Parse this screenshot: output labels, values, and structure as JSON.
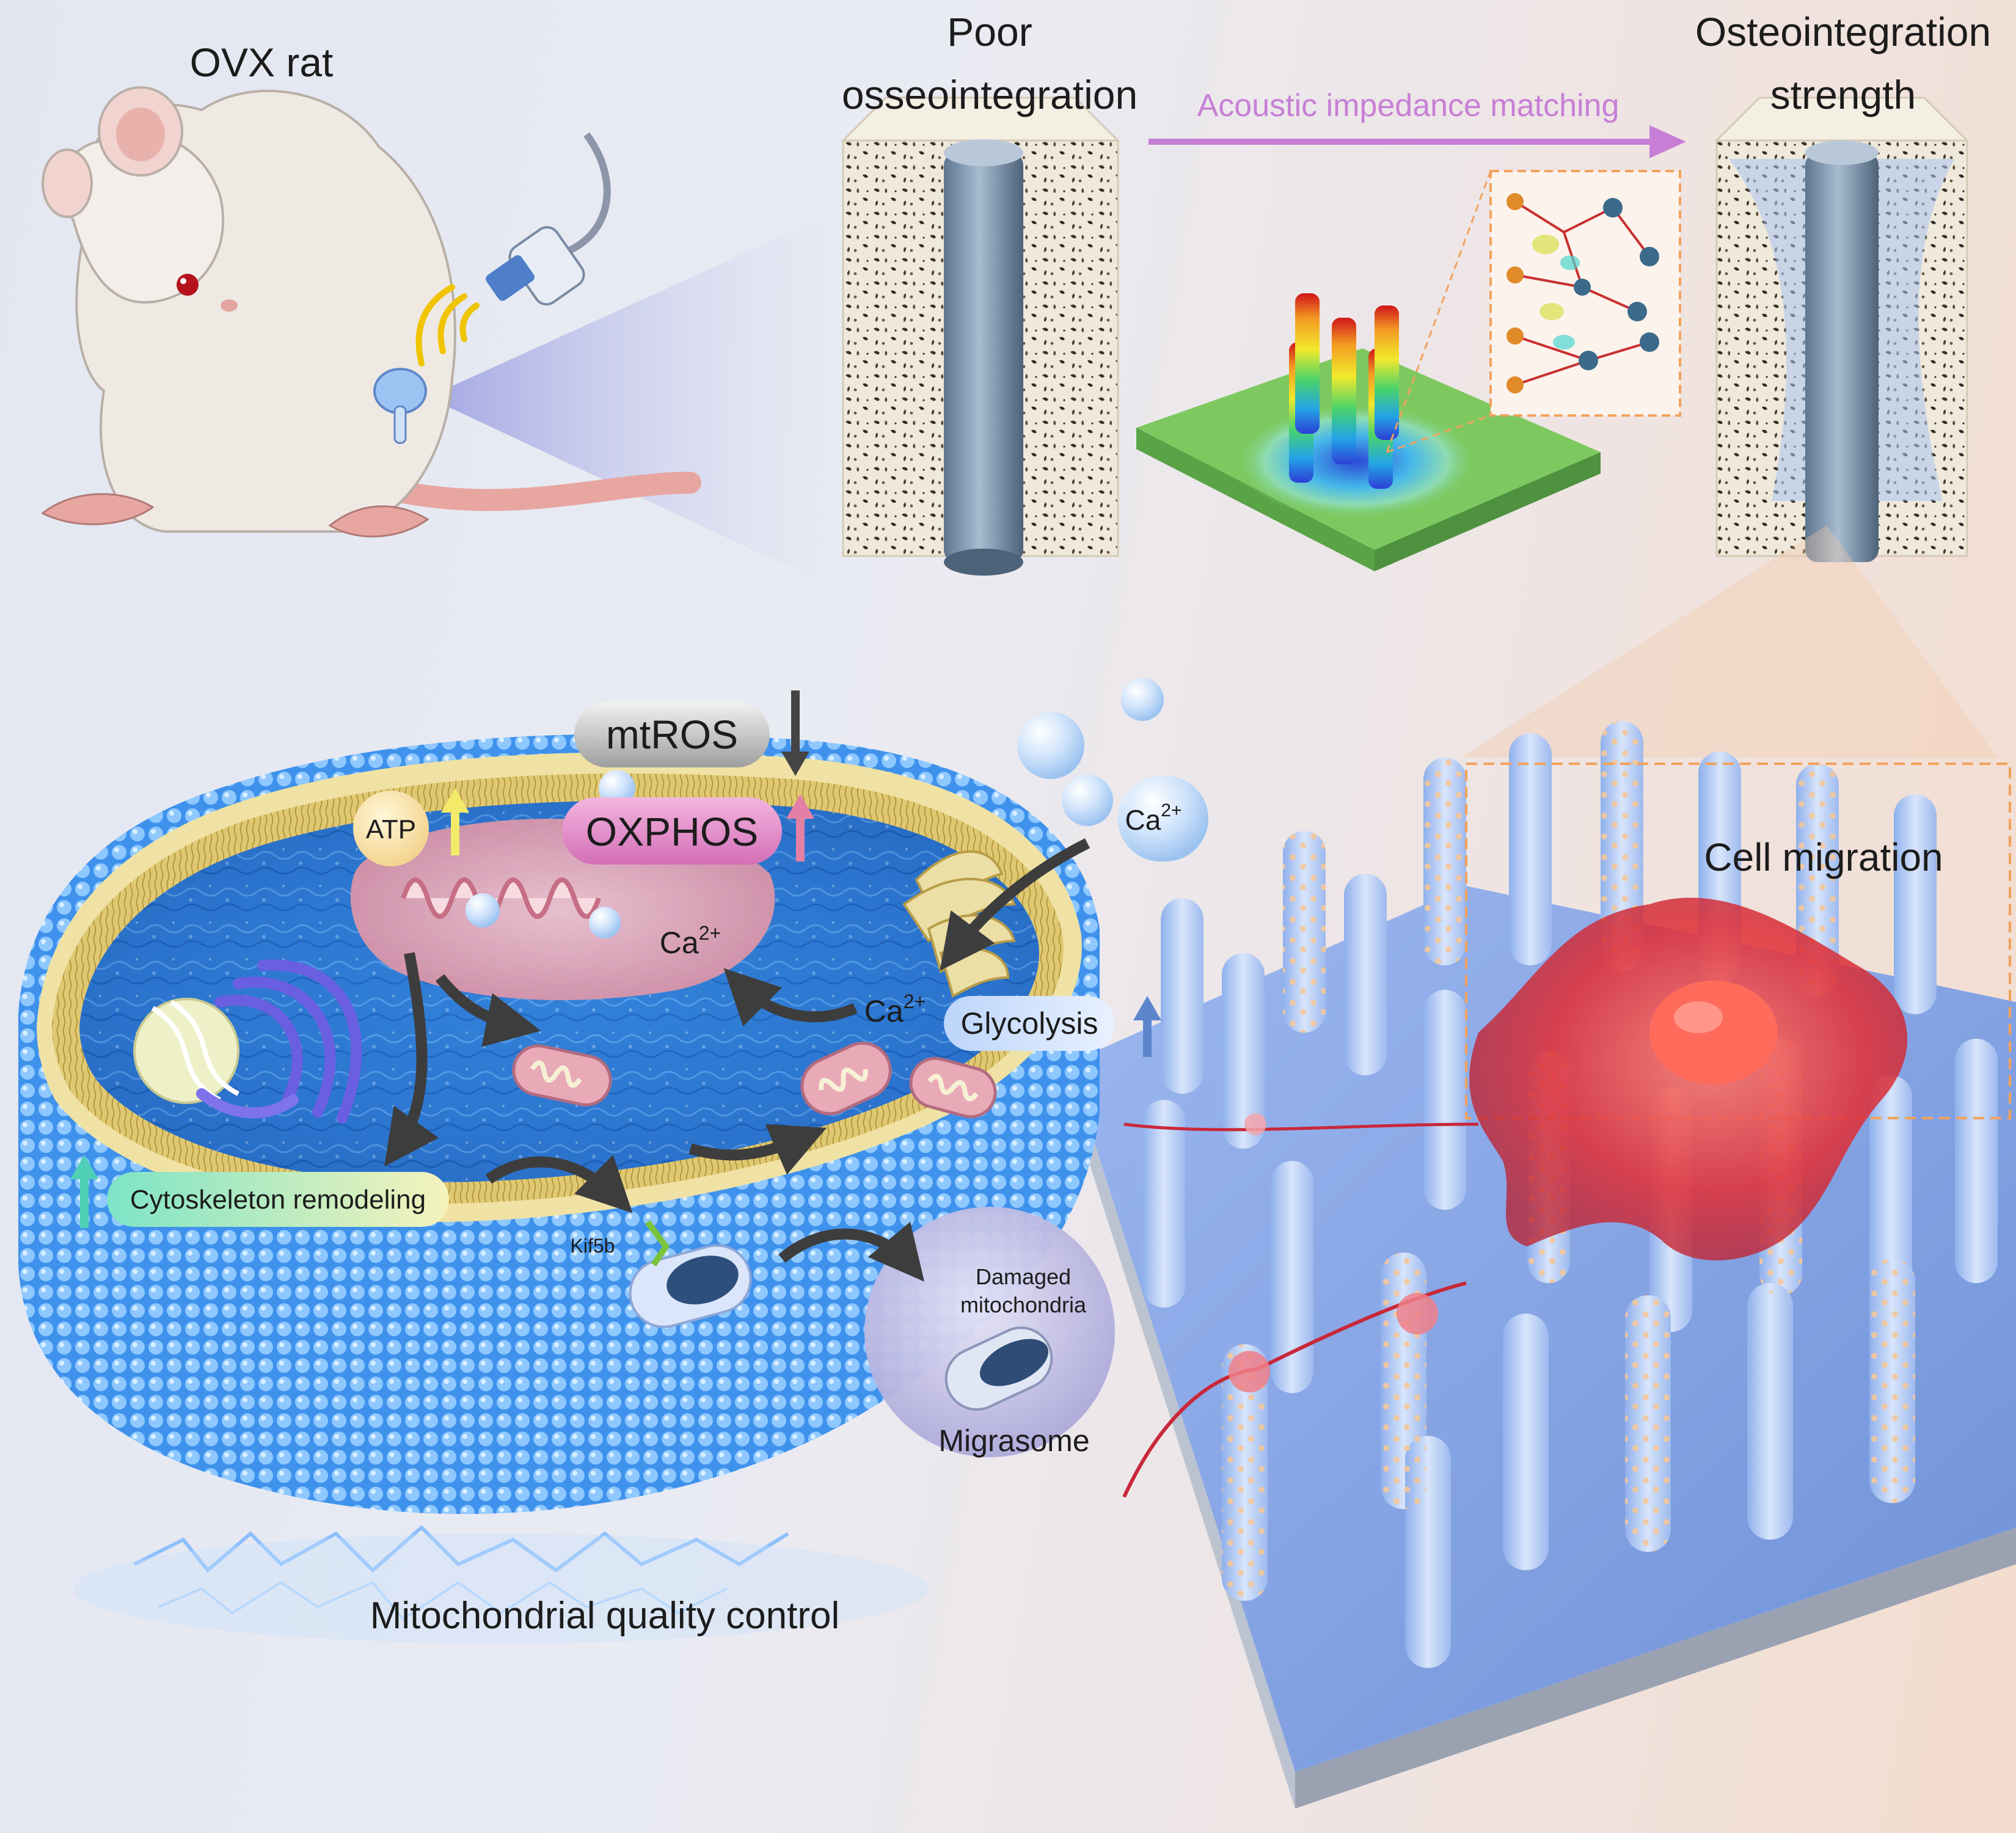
{
  "labels": {
    "ovx_rat": "OVX rat",
    "poor_osseointegration_line1": "Poor",
    "poor_osseointegration_line2": "osseointegration",
    "acoustic_impedance_matching": "Acoustic impedance matching",
    "osteointegration_strength_line1": "Osteointegration",
    "osteointegration_strength_line2": "strength",
    "mtros": "mtROS",
    "atp": "ATP",
    "oxphos": "OXPHOS",
    "ca_outer": "Ca",
    "ca_outer_sup": "2+",
    "ca_mito": "Ca",
    "ca_mito_sup": "2+",
    "ca_cyto": "Ca",
    "ca_cyto_sup": "2+",
    "glycolysis": "Glycolysis",
    "cytoskeleton_remodeling": "Cytoskeleton remodeling",
    "kif5b": "Kif5b",
    "damaged_mitochondria_line1": "Damaged",
    "damaged_mitochondria_line2": "mitochondria",
    "migrasome": "Migrasome",
    "cell_migration": "Cell migration",
    "mitochondrial_quality_control": "Mitochondrial quality control"
  },
  "colors": {
    "acoustic_arrow": "#c77fd6",
    "up_arrow_atp": "#f3ea6a",
    "down_arrow_mtros": "#444444",
    "up_arrow_oxphos": "#e47fa6",
    "up_arrow_glycolysis": "#5b86cc",
    "up_arrow_cytoskeleton": "#4fd0b6",
    "membrane_blue": "#5aa7ef",
    "cell_red": "#e23c3c",
    "substrate_blue": "#7aa0e6"
  },
  "icons": {
    "rat": "rat-illustration",
    "ultrasound_probe": "ultrasound-probe-icon",
    "implant_column": "implant-column-icon",
    "nanorod_array": "nanorod-array-icon",
    "crystal_lattice": "crystal-lattice-icon",
    "mitochondrion": "mitochondrion-icon",
    "golgi": "golgi-apparatus-icon",
    "nucleus_dna": "nucleus-dna-icon",
    "migrating_cell": "migrating-cell-icon"
  }
}
